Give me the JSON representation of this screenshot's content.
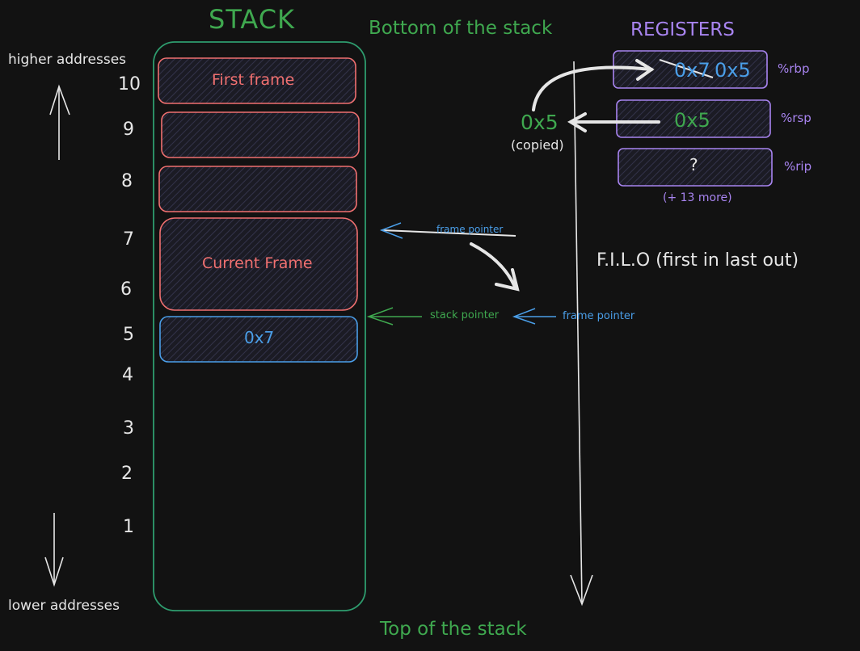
{
  "colors": {
    "background": "#121212",
    "stack_outline": "#2e9c6e",
    "frame_red": "#f07070",
    "frame_blue": "#4a9ee8",
    "register_purple": "#a884f0",
    "green_text": "#3fa84f"
  },
  "stack": {
    "title": "STACK",
    "bottom_label": "Bottom of the stack",
    "top_label": "Top of the stack",
    "higher_addresses": "higher addresses",
    "lower_addresses": "lower addresses",
    "addresses": [
      "10",
      "9",
      "8",
      "7",
      "6",
      "5",
      "4",
      "3",
      "2",
      "1"
    ],
    "frames": {
      "first": "First frame",
      "second": "",
      "third": "",
      "current": "Current Frame",
      "new": "0x7"
    }
  },
  "pointers": {
    "frame_pointer_old": "frame pointer",
    "stack_pointer": "stack pointer",
    "frame_pointer_new": "frame pointer"
  },
  "registers": {
    "title": "REGISTERS",
    "rbp": {
      "name": "%rbp",
      "old_value": "0x7",
      "new_value": "0x5"
    },
    "rsp": {
      "name": "%rsp",
      "value": "0x5"
    },
    "rip": {
      "name": "%rip",
      "value": "?"
    },
    "more": "(+ 13 more)",
    "copied_value": "0x5",
    "copied_label": "(copied)"
  },
  "note": "F.I.L.O (first in last out)"
}
